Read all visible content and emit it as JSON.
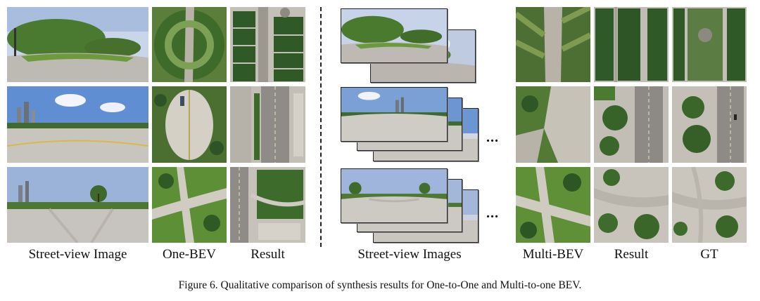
{
  "figure": {
    "caption": "Figure 6. Qualitative comparison of synthesis results for One-to-One and Multi-to-one BEV.",
    "left_columns": [
      "Street-view Image",
      "One-BEV",
      "Result"
    ],
    "right_columns": [
      "Street-view Images",
      "Multi-BEV",
      "Result",
      "GT"
    ],
    "ellipsis": "..."
  },
  "colors": {
    "sky": "#b9cde6",
    "sky_deep": "#5d86c8",
    "tree": "#3f6b2e",
    "grass": "#6f9a46",
    "pavement": "#c9c4ba",
    "road": "#8e8b86",
    "building": "#a7a39b"
  }
}
